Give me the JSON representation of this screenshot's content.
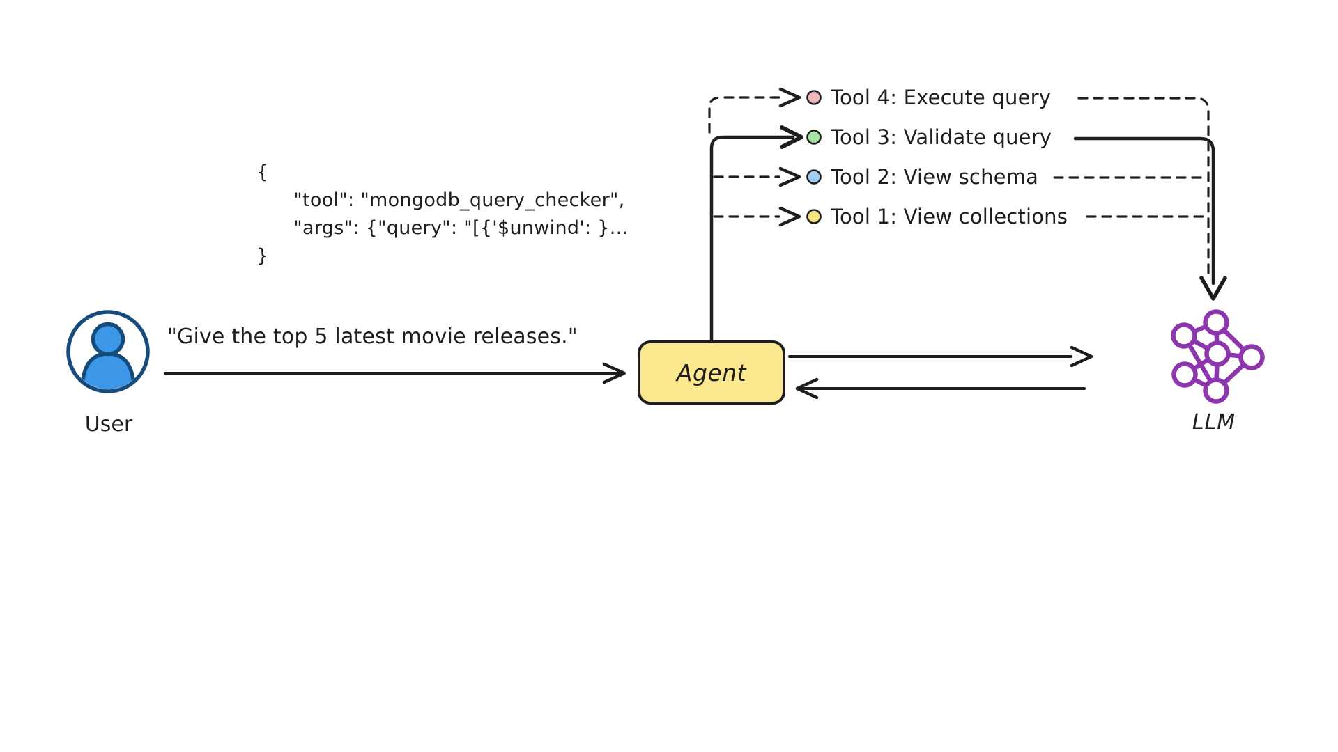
{
  "diagram": {
    "user": {
      "label": "User",
      "message": "\"Give the top 5 latest movie releases.\""
    },
    "agent": {
      "label": "Agent"
    },
    "llm": {
      "label": "LLM"
    },
    "code": {
      "text": "{\n      \"tool\": \"mongodb_query_checker\",\n      \"args\": {\"query\": \"[{'$unwind': }...\n}"
    },
    "tools": [
      {
        "id": 4,
        "label": "Tool 4: Execute query",
        "dot_color": "#f2b7b9",
        "line_style": "dashed"
      },
      {
        "id": 3,
        "label": "Tool 3: Validate query",
        "dot_color": "#a7e2a2",
        "line_style": "solid"
      },
      {
        "id": 2,
        "label": "Tool 2: View schema",
        "dot_color": "#a5cef2",
        "line_style": "dashed"
      },
      {
        "id": 1,
        "label": "Tool 1: View collections",
        "dot_color": "#f4e07e",
        "line_style": "dashed"
      }
    ],
    "colors": {
      "ink": "#1e1e1e",
      "agent_fill": "#fbe88f",
      "user_fill": "#3d97e8",
      "user_stroke": "#164b7d",
      "llm_purple": "#8d35ac",
      "background": "#ffffff"
    }
  }
}
